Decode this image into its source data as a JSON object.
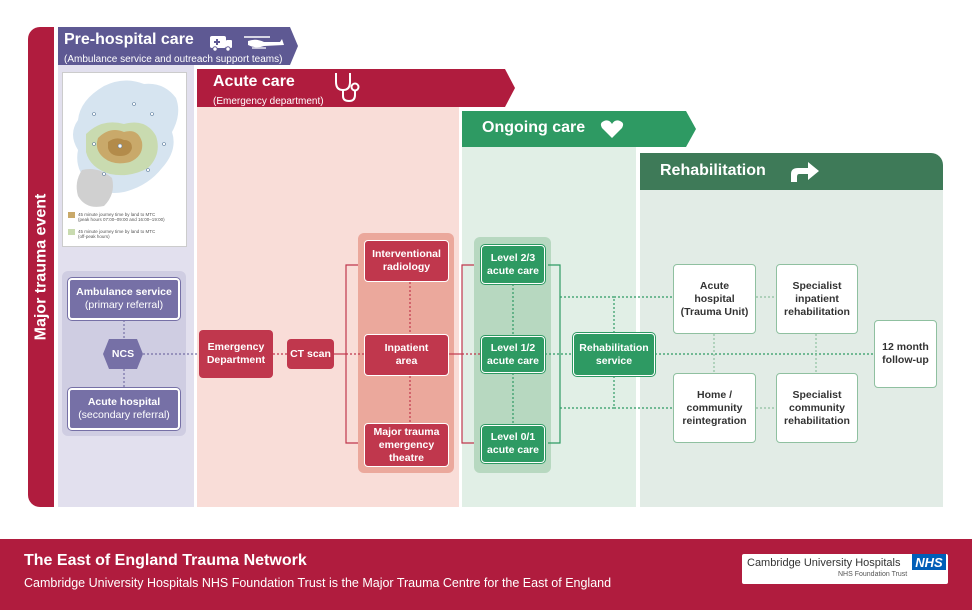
{
  "side_label": "Major trauma event",
  "stages": {
    "pre_hospital": {
      "title": "Pre-hospital care",
      "subtitle": "(Ambulance service and outreach support teams)"
    },
    "acute": {
      "title": "Acute care",
      "subtitle": "(Emergency department)"
    },
    "ongoing": {
      "title": "Ongoing care"
    },
    "rehab": {
      "title": "Rehabilitation"
    }
  },
  "map_legend": {
    "line1": "45 minute journey time by land to MTC",
    "line2": "(peak hours 07:00–09:00 and 16:00–19:00)",
    "line3": "45 minute journey time by land to MTC",
    "line4": "(off-peak hours)"
  },
  "pre_hospital_nodes": {
    "ambulance": {
      "title": "Ambulance service",
      "sub": "(primary referral)"
    },
    "ncs": "NCS",
    "acute_hospital": {
      "title": "Acute hospital",
      "sub": "(secondary referral)"
    }
  },
  "acute_nodes": {
    "ed_line1": "Emergency",
    "ed_line2": "Department",
    "ct": "CT scan",
    "ir_line1": "Interventional",
    "ir_line2": "radiology",
    "inpatient_line1": "Inpatient",
    "inpatient_line2": "area",
    "theatre_line1": "Major trauma",
    "theatre_line2": "emergency",
    "theatre_line3": "theatre"
  },
  "ongoing_nodes": {
    "l23_line1": "Level 2/3",
    "l23_line2": "acute care",
    "l12_line1": "Level 1/2",
    "l12_line2": "acute care",
    "l01_line1": "Level 0/1",
    "l01_line2": "acute care",
    "rs_line1": "Rehabilitation",
    "rs_line2": "service"
  },
  "rehab_nodes": {
    "acute_hosp_line1": "Acute",
    "acute_hosp_line2": "hospital",
    "acute_hosp_line3": "(Trauma Unit)",
    "home_line1": "Home /",
    "home_line2": "community",
    "home_line3": "reintegration",
    "spec_inpatient_line1": "Specialist",
    "spec_inpatient_line2": "inpatient",
    "spec_inpatient_line3": "rehabilitation",
    "spec_community_line1": "Specialist",
    "spec_community_line2": "community",
    "spec_community_line3": "rehabilitation",
    "followup_line1": "12 month",
    "followup_line2": "follow-up"
  },
  "footer": {
    "title": "The East of England Trauma Network",
    "subtitle": "Cambridge University Hospitals NHS Foundation Trust is the Major Trauma Centre for the East of England",
    "logo_name": "Cambridge University Hospitals",
    "logo_nhs": "NHS",
    "logo_trust": "NHS Foundation Trust"
  },
  "colors": {
    "crimson": "#b01c3e",
    "purple": "#5e5993",
    "green": "#2e9a63",
    "dark_green": "#3e7a58",
    "red_box": "#c0374d"
  }
}
